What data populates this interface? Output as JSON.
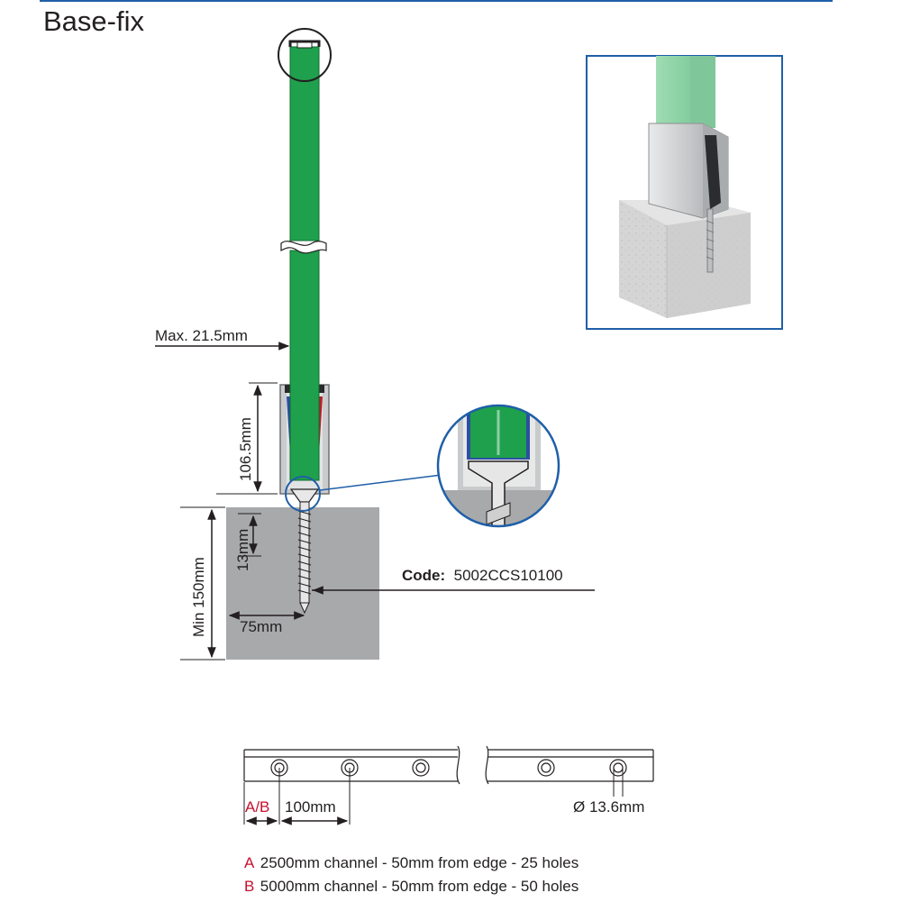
{
  "title": "Base-fix",
  "labels": {
    "max_glass": "Max. 21.5mm",
    "channel_height": "106.5mm",
    "screw_depth": "13mm",
    "min_depth": "Min 150mm",
    "edge_offset": "75mm",
    "code_prefix": "Code:",
    "code_value": "5002CCS10100",
    "ab_marker": "A/B",
    "hole_spacing": "100mm",
    "hole_diameter": "Ø 13.6mm"
  },
  "notes": [
    {
      "letter": "A",
      "text": "2500mm channel - 50mm from edge - 25 holes"
    },
    {
      "letter": "B",
      "text": "5000mm channel - 50mm from edge - 50 holes"
    }
  ],
  "colors": {
    "glass": "#1fa04c",
    "channel": "#bfc2c3",
    "concrete": "#a7a9ab",
    "accent_blue": "#1f5fa8",
    "accent_red": "#c8102e"
  }
}
